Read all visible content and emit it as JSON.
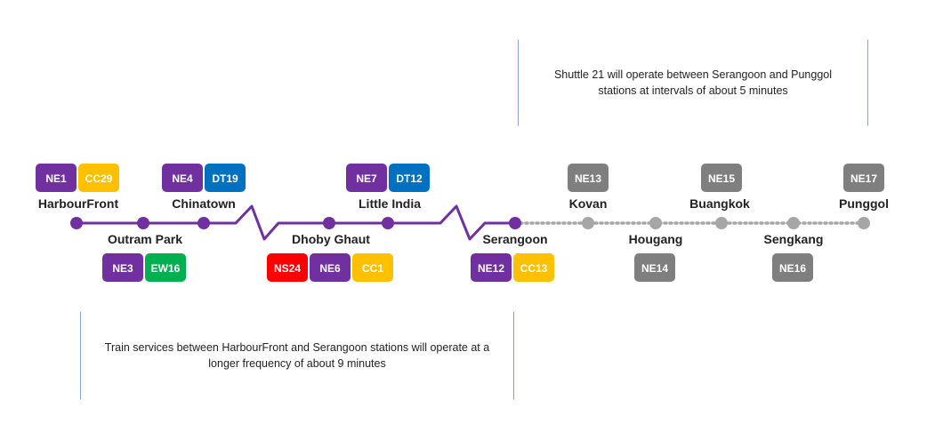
{
  "colors": {
    "line_active": "#7030a0",
    "line_inactive": "#a6a6a6",
    "ne": "#7030a0",
    "cc": "#ffc000",
    "dt": "#0070c0",
    "ew": "#00b050",
    "ns": "#ff0000",
    "inactive": "#7f7f7f",
    "note_border": "#8aa4c8"
  },
  "stations": [
    {
      "name": "HarbourFront",
      "active": true,
      "codes": [
        {
          "text": "NE1",
          "color": "ne"
        },
        {
          "text": "CC29",
          "color": "cc"
        }
      ]
    },
    {
      "name": "Outram Park",
      "active": true,
      "codes": [
        {
          "text": "NE3",
          "color": "ne"
        },
        {
          "text": "EW16",
          "color": "ew"
        }
      ]
    },
    {
      "name": "Chinatown",
      "active": true,
      "codes": [
        {
          "text": "NE4",
          "color": "ne"
        },
        {
          "text": "DT19",
          "color": "dt"
        }
      ]
    },
    {
      "name": "Dhoby Ghaut",
      "active": true,
      "codes": [
        {
          "text": "NS24",
          "color": "ns"
        },
        {
          "text": "NE6",
          "color": "ne"
        },
        {
          "text": "CC1",
          "color": "cc"
        }
      ]
    },
    {
      "name": "Little India",
      "active": true,
      "codes": [
        {
          "text": "NE7",
          "color": "ne"
        },
        {
          "text": "DT12",
          "color": "dt"
        }
      ]
    },
    {
      "name": "Serangoon",
      "active": true,
      "codes": [
        {
          "text": "NE12",
          "color": "ne"
        },
        {
          "text": "CC13",
          "color": "cc"
        }
      ]
    },
    {
      "name": "Kovan",
      "active": false,
      "codes": [
        {
          "text": "NE13",
          "color": "inactive"
        }
      ]
    },
    {
      "name": "Hougang",
      "active": false,
      "codes": [
        {
          "text": "NE14",
          "color": "inactive"
        }
      ]
    },
    {
      "name": "Buangkok",
      "active": false,
      "codes": [
        {
          "text": "NE15",
          "color": "inactive"
        }
      ]
    },
    {
      "name": "Sengkang",
      "active": false,
      "codes": [
        {
          "text": "NE16",
          "color": "inactive"
        }
      ]
    },
    {
      "name": "Punggol",
      "active": false,
      "codes": [
        {
          "text": "NE17",
          "color": "inactive"
        }
      ]
    }
  ],
  "notes": {
    "shuttle": "Shuttle 21 will operate between Serangoon and Punggol stations at intervals of about 5 minutes",
    "frequency": "Train services between HarbourFront and Serangoon stations will operate at a longer frequency of about 9 minutes"
  }
}
